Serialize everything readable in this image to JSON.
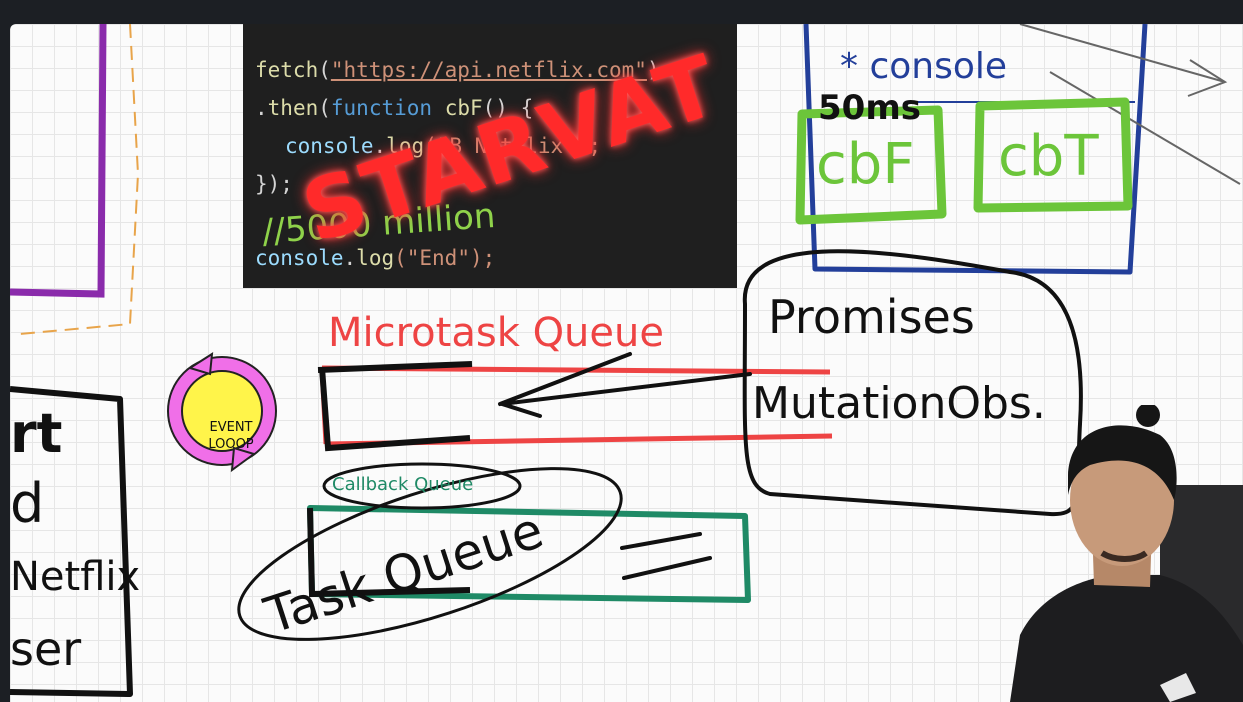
{
  "code": {
    "line1": {
      "fn": "fetch",
      "open": "(",
      "url": "\"https://api.netflix.com\"",
      "close": ")"
    },
    "line2": {
      "dot": ".",
      "fn": "then",
      "open": "(",
      "kw": "function",
      "name": "cbF",
      "rest": "() {"
    },
    "line3": {
      "obj": "console",
      "dot": ".",
      "fn": "log",
      "str": "(\"B Netflix\");"
    },
    "line4": {
      "text": "});"
    },
    "line5": {
      "obj": "console",
      "dot": ".",
      "fn": "log",
      "str": "(\"End\");"
    }
  },
  "annotations": {
    "starvation": "STARVAT",
    "million": "//5000 million",
    "console_item": "* console",
    "delay": "50ms",
    "cbf": "cbF",
    "cbt": "cbT",
    "microtask_queue": "Microtask Queue",
    "promises": "Promises",
    "mutation": "MutationObs.",
    "callback_queue": "Callback Queue",
    "task_queue": "Task Queue",
    "left_box_text": [
      "rt",
      "d",
      "Netflix",
      "ser"
    ]
  },
  "event_loop": {
    "line1": "EVENT",
    "line2": "LOOOP"
  },
  "colors": {
    "purple": "#8a2bab",
    "orange_dash": "#e8a44a",
    "red": "#ee4444",
    "green_box": "#6cc53a",
    "teal_box": "#1f8a66",
    "blue_box": "#233f9a",
    "neon_red": "#ff3030",
    "lime_ink": "#8fd24a"
  }
}
